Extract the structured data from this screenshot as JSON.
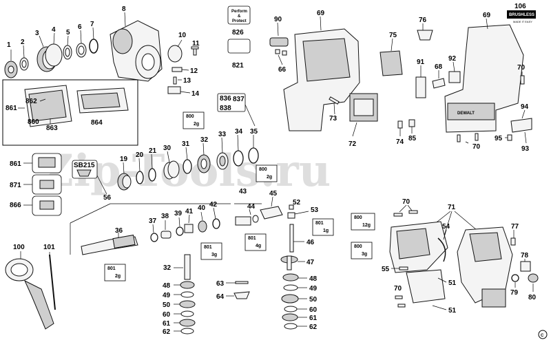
{
  "watermark": "Zip-Tools.ru",
  "part_numbers": {
    "p1": "1",
    "p2": "2",
    "p3": "3",
    "p4": "4",
    "p5": "5",
    "p6": "6",
    "p7": "7",
    "p8": "8",
    "p10": "10",
    "p11": "11",
    "p12": "12",
    "p13": "13",
    "p14": "14",
    "p19": "19",
    "p20": "20",
    "p21": "21",
    "p30": "30",
    "p31": "31",
    "p32a": "32",
    "p33": "33",
    "p34": "34",
    "p35": "35",
    "p36": "36",
    "p37": "37",
    "p38": "38",
    "p39": "39",
    "p40": "40",
    "p41": "41",
    "p42": "42",
    "p43": "43",
    "p44": "44",
    "p45": "45",
    "p46": "46",
    "p47": "47",
    "p48a": "48",
    "p48b": "48",
    "p49a": "49",
    "p49b": "49",
    "p50a": "50",
    "p50b": "50",
    "p52": "52",
    "p53": "53",
    "p54": "54",
    "p55": "55",
    "p56": "56",
    "p60a": "60",
    "p60b": "60",
    "p61a": "61",
    "p61b": "61",
    "p62a": "62",
    "p62b": "62",
    "p63": "63",
    "p64": "64",
    "p66": "66",
    "p68": "68",
    "p69a": "69",
    "p69b": "69",
    "p70a": "70",
    "p70b": "70",
    "p70c": "70",
    "p70d": "70",
    "p71": "71",
    "p72": "72",
    "p73": "73",
    "p74": "74",
    "p75": "75",
    "p76": "76",
    "p77": "77",
    "p78": "78",
    "p79": "79",
    "p80": "80",
    "p85": "85",
    "p90": "90",
    "p91": "91",
    "p92": "92",
    "p93": "93",
    "p94": "94",
    "p95": "95",
    "p100": "100",
    "p101": "101",
    "p106": "106",
    "p32b": "32",
    "p821": "821",
    "p826": "826",
    "p836": "836",
    "p837": "837",
    "p838": "838",
    "p51a": "51",
    "p51b": "51",
    "p860": "860",
    "p861a": "861",
    "p861b": "861",
    "p862": "862",
    "p863": "863",
    "p864": "864",
    "p866": "866",
    "p871": "871"
  },
  "labels": {
    "perform_line1": "Perform",
    "perform_line2": "&",
    "perform_line3": "Protect",
    "sb215": "SB215",
    "brushless": "BRUSHLESS",
    "brushless_sub": "MADE IT EASY",
    "dewalt": "DEWALT",
    "corner_mark": "C"
  },
  "grease_badges": {
    "b1": "800",
    "b1q": "2g",
    "b2": "800",
    "b2q": "2g",
    "b3": "801",
    "b3q": "3g",
    "b4": "801",
    "b4q": "4g",
    "b5": "801",
    "b5q": "1g",
    "b6": "801",
    "b6q": "2g",
    "b7": "800",
    "b7q": "12g",
    "b8": "800",
    "b8q": "3g"
  }
}
